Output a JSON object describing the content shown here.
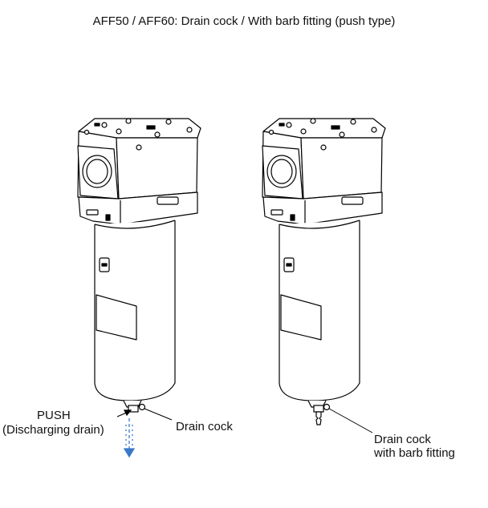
{
  "title": "AFF50 / AFF60: Drain cock / With barb fitting (push type)",
  "left": {
    "push_label": "PUSH",
    "push_sub": "(Discharging drain)",
    "callout": "Drain cock"
  },
  "right": {
    "callout_line1": "Drain cock",
    "callout_line2": "with barb fitting"
  },
  "colors": {
    "stroke": "#000000",
    "drain_arrow": "#3a78c9",
    "fill": "#ffffff"
  }
}
